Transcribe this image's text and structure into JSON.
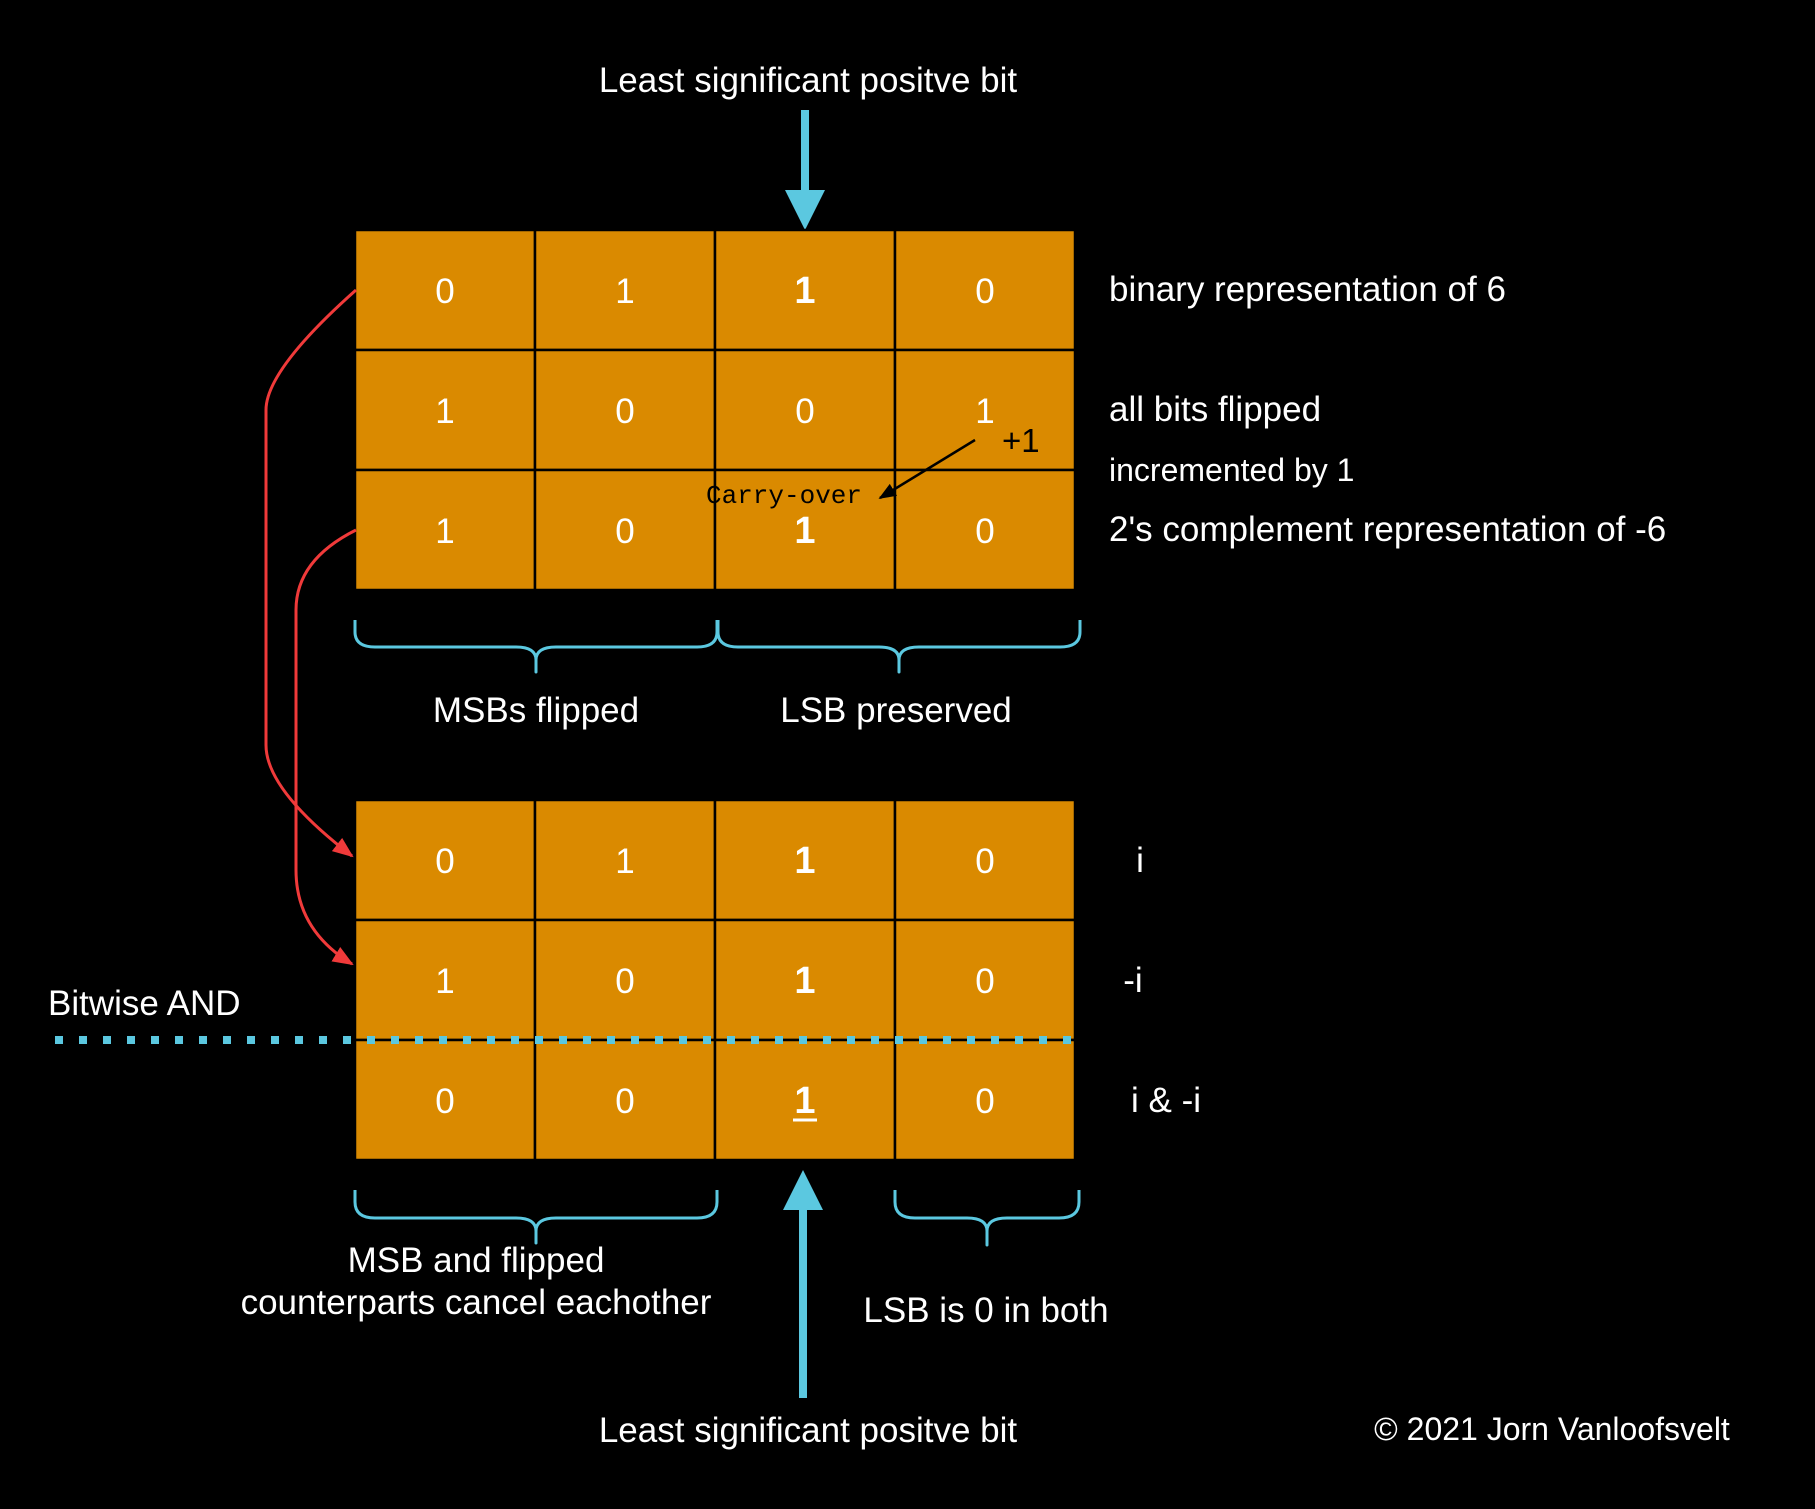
{
  "colors": {
    "background": "#000000",
    "cell_fill": "#DA8A00",
    "cell_border": "#000000",
    "cyan": "#5BC8E0",
    "red": "#F03A3A",
    "text": "#FFFFFF"
  },
  "top_label": "Least significant positve bit",
  "bottom_label": "Least significant positve bit",
  "copyright": "© 2021 Jorn Vanloofsvelt",
  "bitwise_label": "Bitwise AND",
  "top_grid": {
    "rows": [
      {
        "bits": [
          "0",
          "1",
          "1",
          "0"
        ],
        "bold": [
          false,
          false,
          true,
          false
        ],
        "label": "binary representation of 6"
      },
      {
        "bits": [
          "1",
          "0",
          "0",
          "1"
        ],
        "bold": [
          false,
          false,
          false,
          false
        ],
        "label": "all bits flipped"
      },
      {
        "bits": [
          "1",
          "0",
          "1",
          "0"
        ],
        "bold": [
          false,
          false,
          true,
          false
        ],
        "label": "2's complement representation of -6"
      }
    ],
    "increment_label": "incremented by 1",
    "plus_one": "+1",
    "carry_over": "Carry-over"
  },
  "middle_braces": {
    "left": "MSBs flipped",
    "right": "LSB preserved"
  },
  "bottom_grid": {
    "rows": [
      {
        "bits": [
          "0",
          "1",
          "1",
          "0"
        ],
        "bold": [
          false,
          false,
          true,
          false
        ],
        "label": "i"
      },
      {
        "bits": [
          "1",
          "0",
          "1",
          "0"
        ],
        "bold": [
          false,
          false,
          true,
          false
        ],
        "label": "-i"
      },
      {
        "bits": [
          "0",
          "0",
          "1",
          "0"
        ],
        "bold": [
          false,
          false,
          true,
          false
        ],
        "label": "i & -i"
      }
    ]
  },
  "bottom_braces": {
    "left_line1": "MSB and flipped",
    "left_line2": "counterparts cancel eachother",
    "right": "LSB is 0 in both"
  }
}
